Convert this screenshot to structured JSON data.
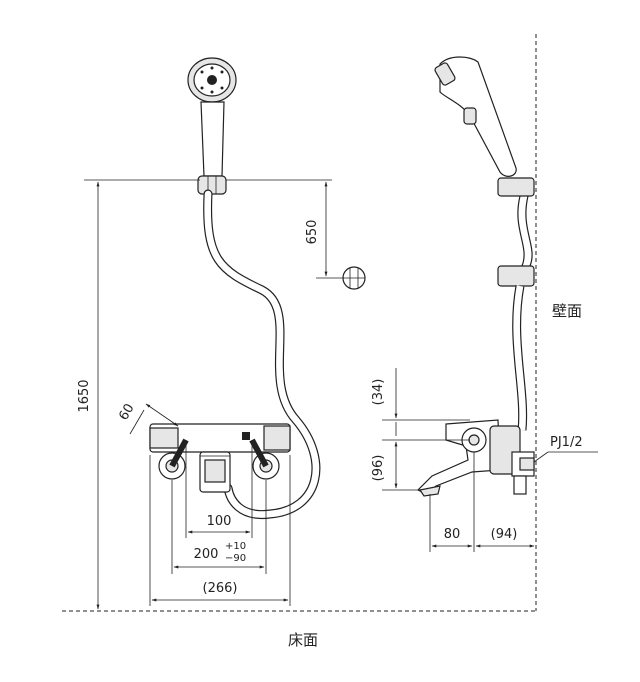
{
  "labels": {
    "wall": "壁面",
    "floor": "床面",
    "thread": "PJ1/2"
  },
  "dimensions": {
    "total_height": "1650",
    "hook_drop": "650",
    "angle": "60",
    "inner_pitch": "100",
    "pitch_main": "200",
    "pitch_tol_plus": "+10",
    "pitch_tol_minus": "−90",
    "overall_width": "(266)",
    "spout_offset": "(34)",
    "body_height": "(96)",
    "spout_reach": "80",
    "wall_depth": "(94)"
  }
}
